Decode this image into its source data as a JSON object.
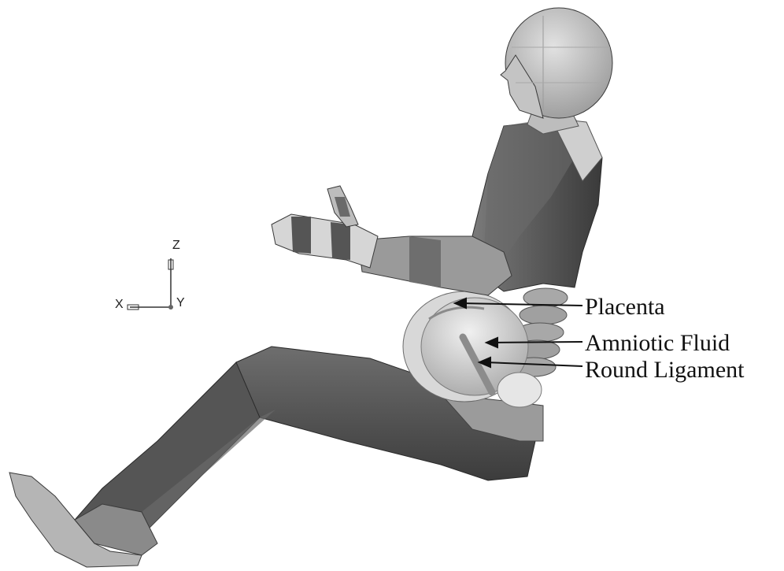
{
  "figure": {
    "labels": {
      "placenta": "Placenta",
      "amniotic_fluid": "Amniotic Fluid",
      "round_ligament": "Round Ligament"
    },
    "axes": {
      "z": "Z",
      "x": "X",
      "y": "Y"
    }
  }
}
